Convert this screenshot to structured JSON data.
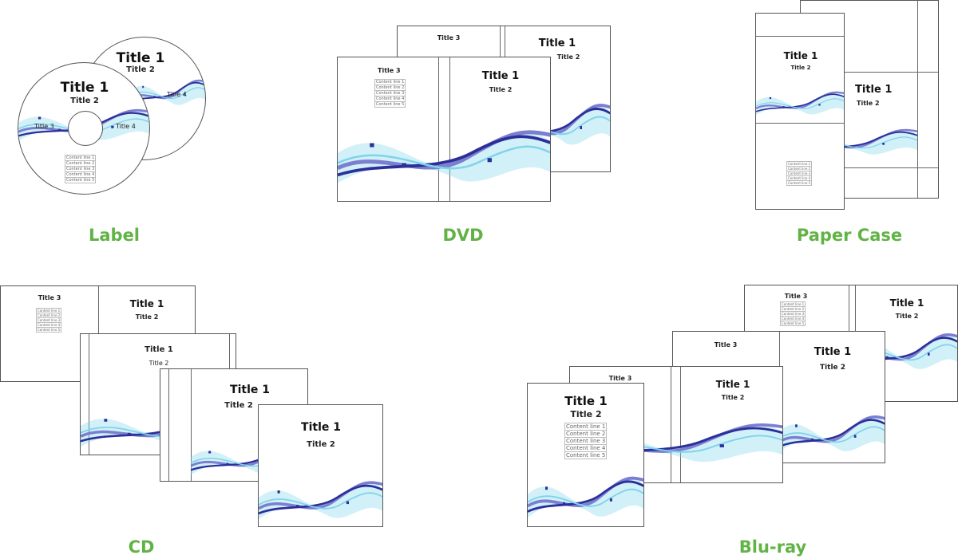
{
  "colors": {
    "caption": "#62b346",
    "wave_dark": "#2a2f9a",
    "wave_mid": "#7b7fd0",
    "wave_light": "#7fd3ea",
    "border": "#555555"
  },
  "captions": {
    "label": "Label",
    "dvd": "DVD",
    "paper_case": "Paper Case",
    "cd": "CD",
    "bluray": "Blu-ray"
  },
  "template_text": {
    "title1": "Title 1",
    "title2": "Title 2",
    "title3": "Title 3",
    "title4": "Title 4",
    "content_lines": [
      "Content line 1",
      "Content line 2",
      "Content line 3",
      "Content line 4",
      "Content line 5"
    ]
  }
}
